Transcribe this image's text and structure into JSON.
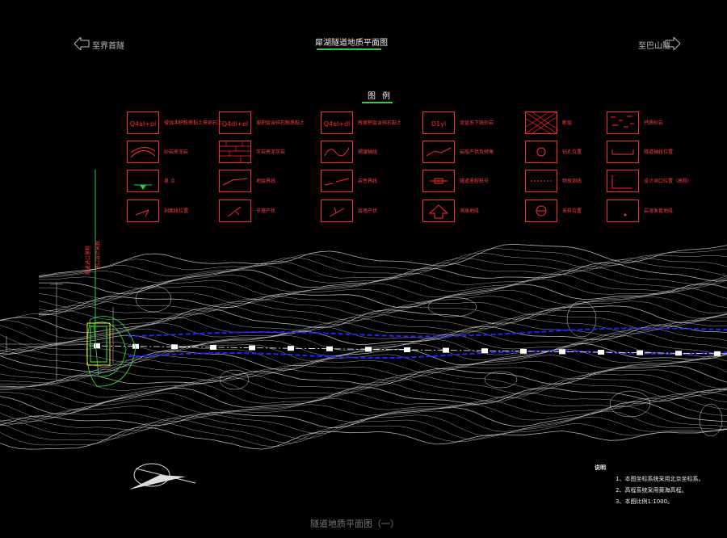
{
  "title": "犀湖隧道地质平面图",
  "left_direction": "至界首隧",
  "right_direction": "至巴山隧",
  "legend_title": "图例",
  "legend": [
    {
      "label": "侵蚀冲积粉质黏土夹卵石土",
      "sym": "Q4al+pl"
    },
    {
      "label": "坡积层含碎石粉质黏土",
      "sym": "Q4dl+el"
    },
    {
      "label": "残坡积层含碎石黏土",
      "sym": "Q4el+dl"
    },
    {
      "label": "泥盆系下统砂岩",
      "sym": "D1yl"
    },
    {
      "label": "断层",
      "sym": "hatch"
    },
    {
      "label": "钙质砂岩",
      "sym": "dots"
    },
    {
      "label": "砂岩夹泥岩",
      "sym": "layers"
    },
    {
      "label": "灰岩夹泥灰岩",
      "sym": "brick"
    },
    {
      "label": "褶皱轴线",
      "sym": "wave"
    },
    {
      "label": "岩层产状及倾角",
      "sym": "strike"
    },
    {
      "label": "钻孔位置",
      "sym": "hole"
    },
    {
      "label": "隧道轴线位置",
      "sym": "tunnel"
    },
    {
      "label": "泉 点",
      "sym": "spring"
    },
    {
      "label": "地层界线",
      "sym": "contact"
    },
    {
      "label": "岩性界线",
      "sym": "dash"
    },
    {
      "label": "隧道里程桩号",
      "sym": "chain"
    },
    {
      "label": "物探测线",
      "sym": "geo"
    },
    {
      "label": "设计洞口位置（高程）",
      "sym": "portal"
    },
    {
      "label": "剖面线位置",
      "sym": "section"
    },
    {
      "label": "节理产状",
      "sym": "joint"
    },
    {
      "label": "层理产状",
      "sym": "bedding"
    },
    {
      "label": "洞身地段",
      "sym": "arrow"
    },
    {
      "label": "采样位置",
      "sym": "sample"
    },
    {
      "label": "岩溶发育地段",
      "sym": "karst"
    }
  ],
  "portal_labels": [
    "隧道进口里程",
    "进口设计高程"
  ],
  "notes": {
    "heading": "说明",
    "items": [
      "1、本图坐标系统采用北京坐标系。",
      "2、高程系统采用黄海高程。",
      "3、本图比例1:1000。"
    ]
  },
  "bottom_title": "隧道地质平面图（一）",
  "colors": {
    "legend": "#ff2a2a",
    "accent": "#2ecc40",
    "contour": "#d8d8d8",
    "boundary": "#2222ff"
  }
}
